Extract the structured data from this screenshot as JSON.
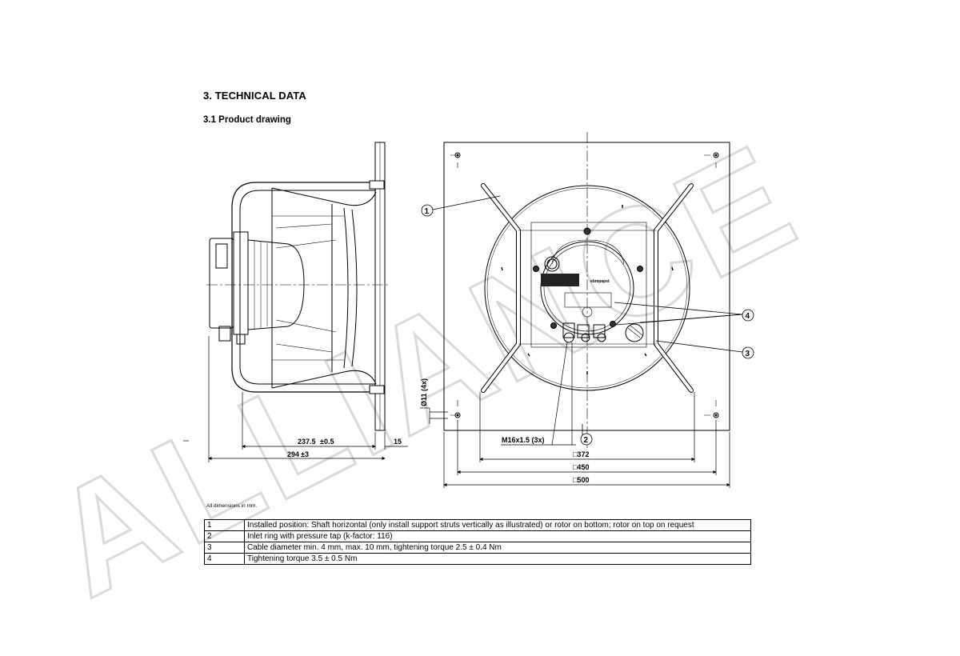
{
  "section_title": "3. TECHNICAL DATA",
  "subsection_title": "3.1 Product drawing",
  "dimension_note": "All dimensions in mm.",
  "drawing": {
    "side_view_dims": {
      "d1_main": "237.5",
      "d1_tol": "±0.5",
      "d2_main": "294",
      "d2_tol": "±3",
      "d3": "15"
    },
    "hole_label": "Ø11 (4x)",
    "cable_gland_label": "M16x1.5 (3x)",
    "front_view_dims": {
      "d1": "□372",
      "d2": "□450",
      "d3": "□500"
    },
    "callouts": [
      "1",
      "2",
      "3",
      "4"
    ],
    "brand_label": "ebmpapst"
  },
  "legend": [
    {
      "num": "1",
      "text": "Installed position: Shaft horizontal (only install support struts vertically as illustrated) or rotor on bottom; rotor on top on request"
    },
    {
      "num": "2",
      "text": "Inlet ring with pressure tap (k-factor: 116)"
    },
    {
      "num": "3",
      "text": "Cable diameter min. 4 mm, max. 10 mm, tightening torque 2.5 ± 0.4 Nm"
    },
    {
      "num": "4",
      "text": "Tightening torque 3.5 ± 0.5 Nm"
    }
  ],
  "watermark": {
    "text": "ALLIANCE",
    "color": "#d9d9d9"
  }
}
